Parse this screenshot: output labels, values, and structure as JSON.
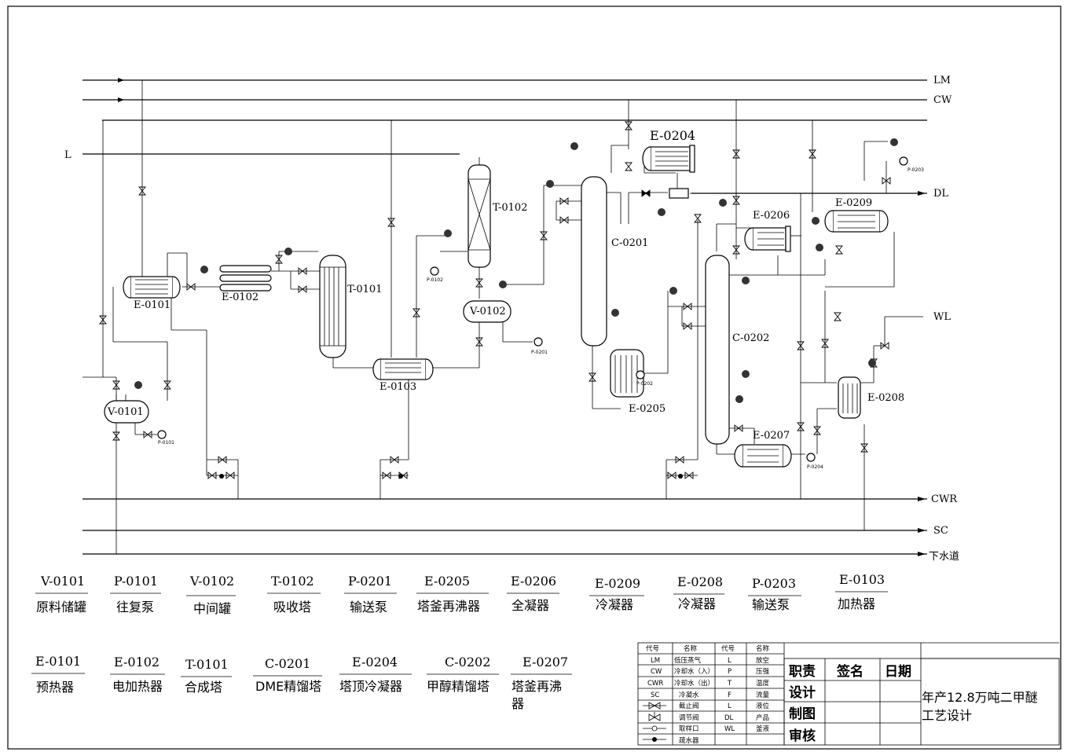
{
  "utility_lines": {
    "lm": "LM",
    "cw": "CW",
    "l": "L",
    "dl": "DL",
    "wl": "WL",
    "cwr": "CWR",
    "sc": "SC",
    "sewer": "下水道"
  },
  "equipment_tags": {
    "v0101": "V-0101",
    "e0101": "E-0101",
    "e0102": "E-0102",
    "t0101": "T-0101",
    "e0103": "E-0103",
    "t0102": "T-0102",
    "v0102": "V-0102",
    "p0102": "P-0102",
    "p0201": "P-0201",
    "p0101": "P-0101",
    "c0201": "C-0201",
    "e0204": "E-0204",
    "e0205": "E-0205",
    "p0202": "P-0202",
    "e0206": "E-0206",
    "c0202": "C-0202",
    "e0207": "E-0207",
    "p0204": "P-0204",
    "e0208": "E-0208",
    "e0209": "E-0209",
    "p0203": "P-0203"
  },
  "equipment_list_row1": [
    {
      "code": "V-0101",
      "name": "原料储罐"
    },
    {
      "code": "P-0101",
      "name": "往复泵"
    },
    {
      "code": "V-0102",
      "name": "中间罐"
    },
    {
      "code": "T-0102",
      "name": "吸收塔"
    },
    {
      "code": "P-0201",
      "name": "输送泵"
    },
    {
      "code": "E-0205",
      "name": "塔釜再沸器"
    },
    {
      "code": "E-0206",
      "name": "全凝器"
    },
    {
      "code": "E-0209",
      "name": "冷凝器"
    },
    {
      "code": "E-0208",
      "name": "冷凝器"
    },
    {
      "code": "P-0203",
      "name": "输送泵"
    },
    {
      "code": "E-0103",
      "name": "加热器"
    }
  ],
  "equipment_list_row2": [
    {
      "code": "E-0101",
      "name": "预热器"
    },
    {
      "code": "E-0102",
      "name": "电加热器"
    },
    {
      "code": "T-0101",
      "name": "合成塔"
    },
    {
      "code": "C-0201",
      "name": "DME精馏塔"
    },
    {
      "code": "E-0204",
      "name": "塔顶冷凝器"
    },
    {
      "code": "C-0202",
      "name": "甲醇精馏塔"
    },
    {
      "code": "E-0207",
      "name": "塔釜再沸"
    },
    {
      "code": "",
      "name": "器"
    }
  ],
  "legend": {
    "headers": [
      "代号",
      "名称",
      "代号",
      "名称"
    ],
    "rows": [
      [
        "LM",
        "低压蒸气",
        "L",
        "放空"
      ],
      [
        "CW",
        "冷却水（入）",
        "P",
        "压强"
      ],
      [
        "CWR",
        "冷却水（出）",
        "T",
        "温度"
      ],
      [
        "SC",
        "冷凝水",
        "F",
        "流量"
      ],
      [
        "",
        "截止阀",
        "L",
        "液位"
      ],
      [
        "",
        "调节阀",
        "DL",
        "产品"
      ],
      [
        "",
        "取样口",
        "WL",
        "釜液"
      ],
      [
        "",
        "疏水器",
        "",
        ""
      ]
    ]
  },
  "title_block": {
    "col_sign": "签名",
    "col_date": "日期",
    "rows": [
      "职责",
      "设计",
      "制图",
      "审核"
    ],
    "project_line1": "年产12.8万吨二甲醚",
    "project_line2": "工艺设计"
  }
}
